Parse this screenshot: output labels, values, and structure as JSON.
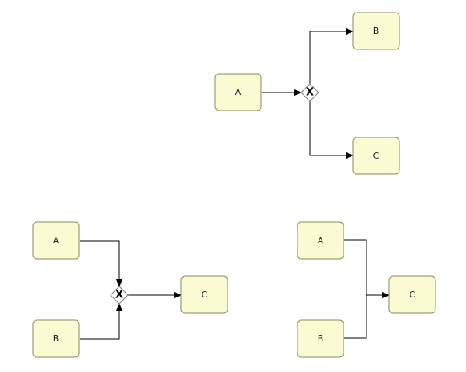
{
  "diagram": {
    "top": {
      "task_a": "A",
      "task_b": "B",
      "task_c": "C",
      "gateway_mark": "X"
    },
    "bottom_left": {
      "task_a": "A",
      "task_b": "B",
      "task_c": "C",
      "gateway_mark": "X"
    },
    "bottom_right": {
      "task_a": "A",
      "task_b": "B",
      "task_c": "C"
    }
  },
  "colors": {
    "task_fill": "#fbfbd3",
    "task_border": "#8a8a5c",
    "connector": "#000000",
    "gateway_fill": "#ffffff"
  },
  "icons": {
    "gateway": "exclusive-gateway-icon",
    "arrow": "arrowhead-icon"
  }
}
